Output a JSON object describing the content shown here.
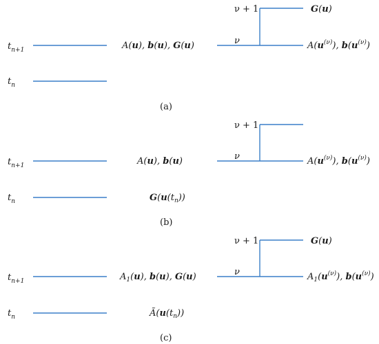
{
  "panels": [
    {
      "caption": "(a)",
      "left": {
        "t_np1_label": {
          "t": "t",
          "sub": "n+1"
        },
        "t_n_label": {
          "t": "t",
          "sub": "n"
        },
        "upper_text": "A(u), b(u), G(u)",
        "lower_text": ""
      },
      "right": {
        "nu_plus_one": "ν + 1",
        "nu": "ν",
        "top_text": "G(u)",
        "bottom_text": "A(u(ν)), b(u(ν))"
      }
    },
    {
      "caption": "(b)",
      "left": {
        "t_np1_label": {
          "t": "t",
          "sub": "n+1"
        },
        "t_n_label": {
          "t": "t",
          "sub": "n"
        },
        "upper_text": "A(u), b(u)",
        "lower_text": "G(u(tn))"
      },
      "right": {
        "nu_plus_one": "ν + 1",
        "nu": "ν",
        "top_text": "",
        "bottom_text": "A(u(ν)), b(u(ν))"
      }
    },
    {
      "caption": "(c)",
      "left": {
        "t_np1_label": {
          "t": "t",
          "sub": "n+1"
        },
        "t_n_label": {
          "t": "t",
          "sub": "n"
        },
        "upper_text": "A1(u), b(u), G(u)",
        "lower_text": "Ã(u(tn))"
      },
      "right": {
        "nu_plus_one": "ν + 1",
        "nu": "ν",
        "top_text": "G(u)",
        "bottom_text": "A1(u(ν)), b(u(ν))"
      }
    }
  ]
}
